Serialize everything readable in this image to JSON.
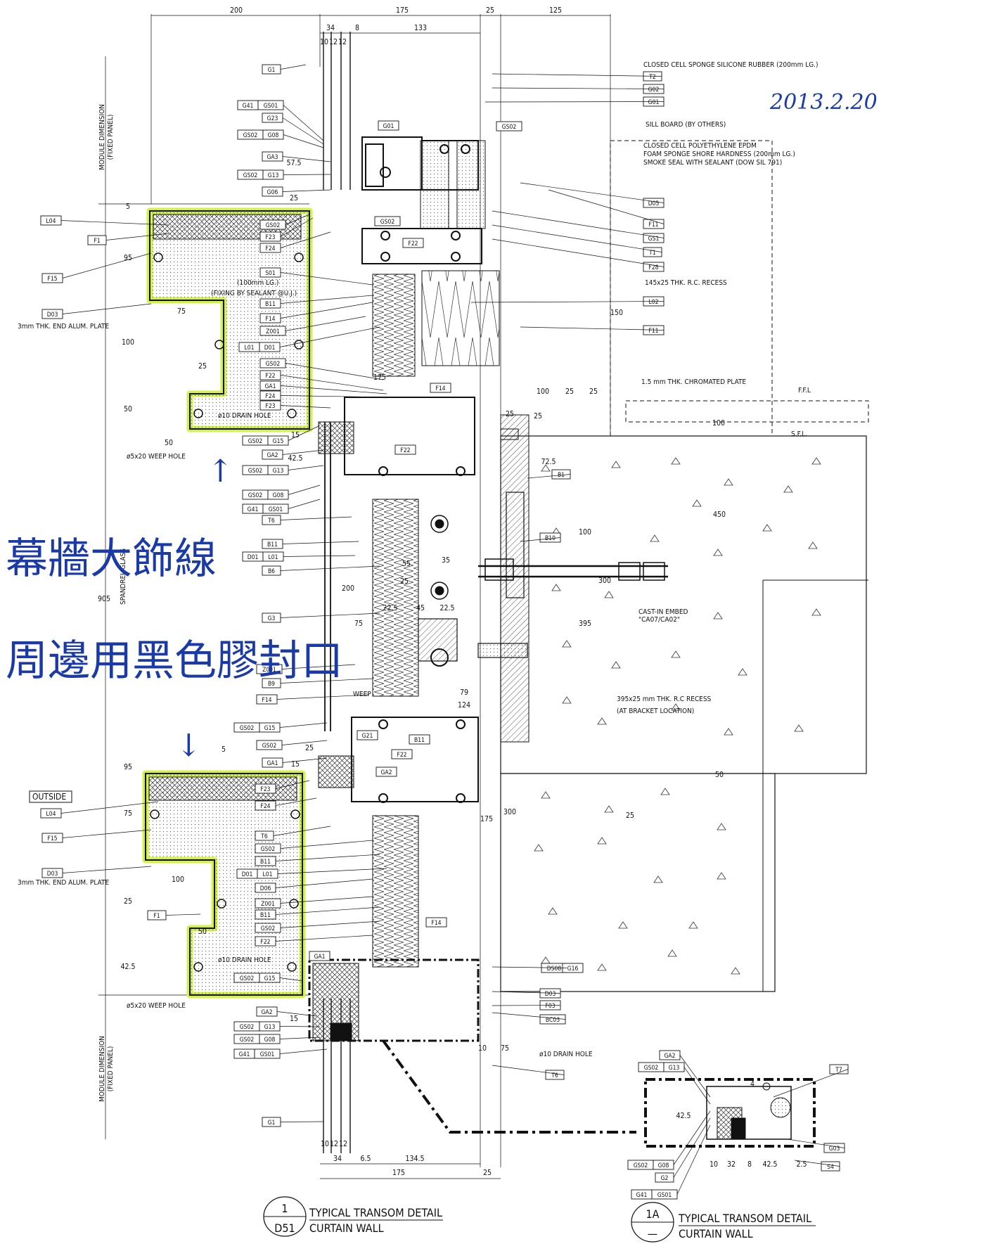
{
  "date_handwritten": "2013.2.20",
  "handwritten_note": {
    "line1": "幕牆大飾線",
    "line2": "周邊用黑色膠封口",
    "arrow_glyph": "↑",
    "arrow_glyph_down": "↓"
  },
  "top_dims": [
    "200",
    "175",
    "25",
    "125",
    "34",
    "8",
    "133",
    "10",
    "12",
    "12"
  ],
  "bottom_dims": [
    "10",
    "12",
    "12",
    "34",
    "6.5",
    "134.5",
    "175",
    "25"
  ],
  "right_notes": [
    "CLOSED CELL SPONGE SILICONE RUBBER (200mm LG.)",
    "SILL BOARD (BY OTHERS)",
    "CLOSED CELL POLYETHYLENE EPDM",
    "FOAM SPONGE SHORE HARDNESS (200mm LG.)",
    "SMOKE SEAL WITH SEALANT (DOW SIL 791)",
    "145x25 THK. R.C. RECESS",
    "1.5 mm THK. CHROMATED PLATE",
    "395x25 mm THK. R.C RECESS",
    "(AT BRACKET LOCATION)",
    "CAST-IN EMBED",
    "\"CA07/CA02\"",
    "ø10 DRAIN HOLE",
    "F.F.L",
    "S.F.L."
  ],
  "right_tags": [
    "T2",
    "G02",
    "G01",
    "D05",
    "F11",
    "GS1",
    "T1",
    "F28",
    "L02",
    "F11",
    "B1",
    "B10",
    "T7",
    "G03",
    "S4",
    "T6",
    "D03",
    "F03",
    "BC03",
    "DS08",
    "G16"
  ],
  "left_tags_upper": [
    [
      "G1"
    ],
    [
      "G41",
      "GS01"
    ],
    [
      "G23"
    ],
    [
      "GS02",
      "G08"
    ],
    [
      "GA3"
    ],
    [
      "GS02",
      "G13"
    ],
    [
      "G06"
    ],
    [
      "L04"
    ],
    [
      "F1"
    ],
    [
      "F15"
    ],
    [
      "D03"
    ],
    [
      "GS02",
      "G15"
    ],
    [
      "GA2"
    ],
    [
      "GS02",
      "G13"
    ],
    [
      "GS02",
      "G08"
    ],
    [
      "G41",
      "GS01"
    ],
    [
      "T6"
    ],
    [
      "B11"
    ],
    [
      "D01",
      "L01"
    ],
    [
      "B6"
    ],
    [
      "G3"
    ],
    [
      "Z001"
    ],
    [
      "B9"
    ],
    [
      "F14"
    ],
    [
      "GS02",
      "G15"
    ],
    [
      "GS02"
    ],
    [
      "GA1"
    ]
  ],
  "left_tags_lower": [
    [
      "L04"
    ],
    [
      "F15"
    ],
    [
      "D03"
    ],
    [
      "F1"
    ],
    [
      "GA2"
    ],
    [
      "GS02",
      "G13"
    ],
    [
      "GS02",
      "G08"
    ],
    [
      "G41",
      "GS01"
    ],
    [
      "G1"
    ]
  ],
  "inner_tags_upper": [
    [
      "GS02"
    ],
    [
      "F23"
    ],
    [
      "F24"
    ],
    [
      "S01"
    ],
    [
      "B11"
    ],
    [
      "F14"
    ],
    [
      "Z001"
    ],
    [
      "L01",
      "D01"
    ],
    [
      "GS02"
    ],
    [
      "F22"
    ],
    [
      "GA1"
    ],
    [
      "F24"
    ],
    [
      "F23"
    ]
  ],
  "inner_tags_lower": [
    [
      "F23"
    ],
    [
      "F24"
    ],
    [
      "T6"
    ],
    [
      "GS02"
    ],
    [
      "B11"
    ],
    [
      "D01",
      "L01"
    ],
    [
      "D06"
    ],
    [
      "Z001"
    ],
    [
      "B11"
    ],
    [
      "GS02"
    ],
    [
      "F22"
    ],
    [
      "GS02",
      "G15"
    ]
  ],
  "mid_tags": [
    "G01",
    "GS02",
    "GS02",
    "F22",
    "F14",
    "F22",
    "G21",
    "B11",
    "GA2",
    "F22",
    "F14",
    "GA1"
  ],
  "upper_labels": {
    "end_plate": "3mm THK. END ALUM. PLATE",
    "fixing": "(FIXING BY SEALANT @U.J.)",
    "s01_len": "(100mm LG.)",
    "drain": "ø10 DRAIN HOLE",
    "weep": "ø5x20 WEEP HOLE",
    "module": "MODULE DIMENSION",
    "fixed_panel": "(FIXED PANEL)",
    "spandrel": "SPANDREL GLASS",
    "outside": "OUTSIDE",
    "weep_label": "WEEP"
  },
  "side_dims": [
    "5",
    "95",
    "75",
    "100",
    "25",
    "50",
    "50",
    "905",
    "57.5",
    "25",
    "175",
    "15",
    "42.5",
    "55",
    "35",
    "200",
    "22.5",
    "45",
    "22.5",
    "75",
    "25",
    "79",
    "124",
    "72.5",
    "25",
    "100",
    "100",
    "395",
    "300",
    "150",
    "450",
    "50",
    "100",
    "25",
    "25",
    "25",
    "300",
    "25",
    "175",
    "5",
    "95",
    "75",
    "100",
    "25",
    "50",
    "42.5",
    "15",
    "25",
    "15",
    "10",
    "75"
  ],
  "detail_1A_dims": [
    "4",
    "42.5",
    "10",
    "32",
    "8",
    "42.5",
    "2.5"
  ],
  "detail_1A_tags": [
    [
      "GA2"
    ],
    [
      "GS02",
      "G13"
    ],
    [
      "GS02",
      "G08"
    ],
    [
      "G2"
    ],
    [
      "G41",
      "GS01"
    ]
  ],
  "title_blocks": [
    {
      "num": "1",
      "sheet": "D51",
      "line1": "TYPICAL TRANSOM DETAIL",
      "line2": "CURTAIN WALL"
    },
    {
      "num": "1A",
      "sheet": "—",
      "line1": "TYPICAL TRANSOM DETAIL",
      "line2": "CURTAIN WALL"
    }
  ],
  "colors": {
    "ink": "#111111",
    "highlight": "#d4f04a",
    "handwriting": "#1a3aa8",
    "concrete": "#ffffff"
  }
}
